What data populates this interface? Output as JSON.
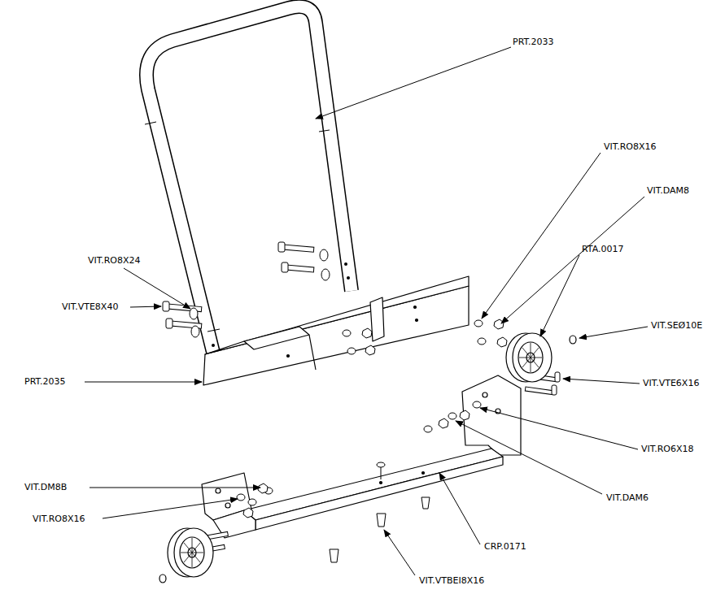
{
  "diagram": {
    "labels": [
      "PRT.2033",
      "VIT.RO8X16",
      "VIT.DAM8",
      "RTA.0017",
      "VIT.RO8X24",
      "VIT.VTE8X40",
      "VIT.SEØ10E",
      "PRT.2035",
      "VIT.VTE6X16",
      "VIT.RO6X18",
      "VIT.DAM6",
      "VIT.DM8B",
      "VIT.RO8X16",
      "CRP.0171",
      "VIT.VTBEI8X16"
    ]
  }
}
